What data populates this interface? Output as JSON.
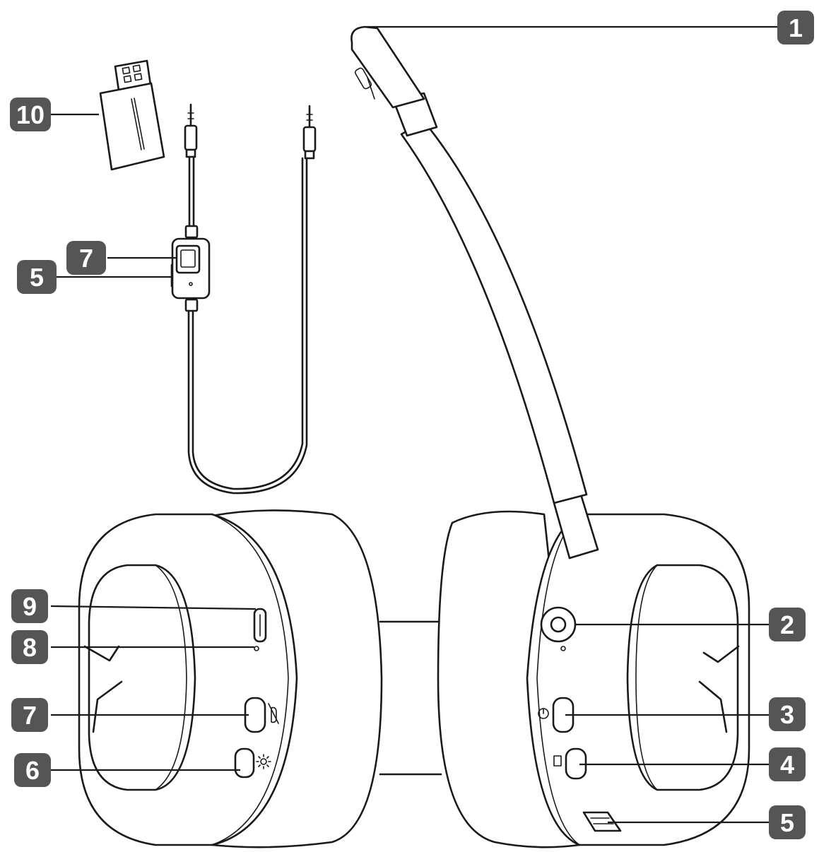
{
  "callouts": [
    {
      "id": "c1",
      "number": "1"
    },
    {
      "id": "c2",
      "number": "2"
    },
    {
      "id": "c3",
      "number": "3"
    },
    {
      "id": "c4",
      "number": "4"
    },
    {
      "id": "c5r",
      "number": "5"
    },
    {
      "id": "c6",
      "number": "6"
    },
    {
      "id": "c7l",
      "number": "7"
    },
    {
      "id": "c8",
      "number": "8"
    },
    {
      "id": "c9",
      "number": "9"
    },
    {
      "id": "c10",
      "number": "10"
    },
    {
      "id": "c7c",
      "number": "7"
    },
    {
      "id": "c5c",
      "number": "5"
    }
  ],
  "colors": {
    "badge": "#555555",
    "ink": "#1a1a1a",
    "background": "#ffffff"
  }
}
